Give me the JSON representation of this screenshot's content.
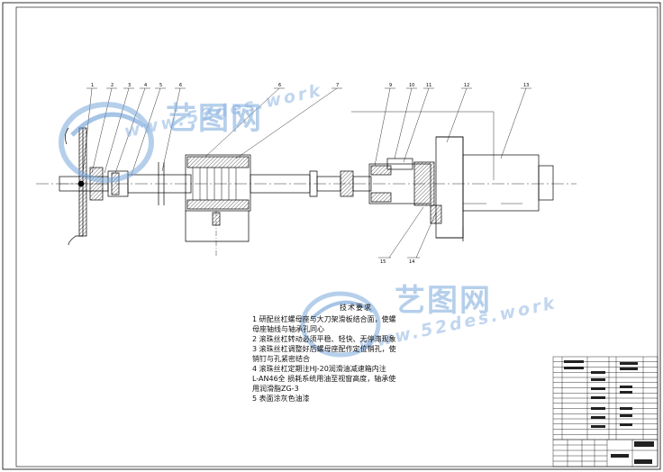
{
  "callouts": [
    "1",
    "2",
    "3",
    "4",
    "5",
    "6",
    "6",
    "7",
    "9",
    "10",
    "11",
    "12",
    "13",
    "15",
    "14"
  ],
  "tech": {
    "title": "技术要求",
    "lines": [
      "1 研配丝杠螺母座与大刀架滑板结合面，使螺",
      "母座轴线与轴承孔同心",
      "2 滚珠丝杠转动必须平稳、轻快、无停滞现象",
      "3 滚珠丝杠调整好后螺母座配作定位销孔，使",
      "销钉与孔紧密结合",
      "4 滚珠丝杠定期注HJ-20润滑油减速箱内注",
      "L-AN46全    损耗系统用油至视窗高度，轴承使",
      "用润滑脂ZG-3",
      "5 表面涂灰色油漆"
    ]
  },
  "watermark": {
    "cn": "艺图网",
    "url": "www.52des.work"
  },
  "colors": {
    "line": "#000000",
    "watermark": "#6f9fd6"
  }
}
